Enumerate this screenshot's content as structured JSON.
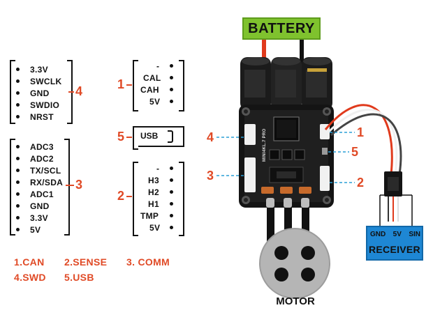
{
  "swd": {
    "number": "4",
    "pins": [
      "3.3V",
      "SWCLK",
      "GND",
      "SWDIO",
      "NRST"
    ]
  },
  "comm": {
    "number": "3",
    "pins": [
      "ADC3",
      "ADC2",
      "TX/SCL",
      "RX/SDA",
      "ADC1",
      "GND",
      "3.3V",
      "5V"
    ]
  },
  "can": {
    "number": "1",
    "pins": [
      "-",
      "CAL",
      "CAH",
      "5V"
    ]
  },
  "usb": {
    "number": "5",
    "label": "USB"
  },
  "sense": {
    "number": "2",
    "pins": [
      "-",
      "H3",
      "H2",
      "H1",
      "TMP",
      "5V"
    ]
  },
  "legend": {
    "can": "1.CAN",
    "sense": "2.SENSE",
    "comm": "3. COMM",
    "swd": "4.SWD",
    "usb": "5.USB"
  },
  "battery_label": "BATTERY",
  "receiver": {
    "pins": [
      "GND",
      "5V",
      "SIN"
    ],
    "title": "RECEIVER"
  },
  "motor_label": "MOTOR",
  "board_callouts": {
    "left_top": "4",
    "left_bottom": "3",
    "right_top": "1",
    "right_mid": "5",
    "right_bottom": "2"
  },
  "board_text": "MINI4KL.7 PRO",
  "colors": {
    "accent": "#e04a26",
    "battery": "#7fc22e",
    "receiver": "#1e87d4",
    "callout_line": "#2a9fd6"
  }
}
